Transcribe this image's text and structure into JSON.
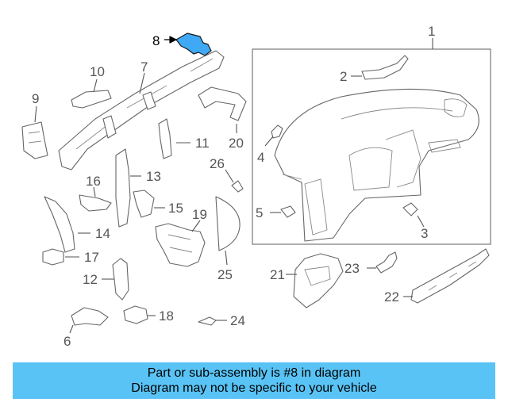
{
  "banner": {
    "line1": "Part or sub-assembly is #8 in diagram",
    "line2": "Diagram may not be specific to your vehicle",
    "background": "#59c3f5"
  },
  "highlight": {
    "part": "8",
    "color": "#3fa9f5"
  },
  "callouts": {
    "c1": "1",
    "c2": "2",
    "c3": "3",
    "c4": "4",
    "c5": "5",
    "c6": "6",
    "c7": "7",
    "c8": "8",
    "c9": "9",
    "c10": "10",
    "c11": "11",
    "c12": "12",
    "c13": "13",
    "c14": "14",
    "c15": "15",
    "c16": "16",
    "c17": "17",
    "c18": "18",
    "c19": "19",
    "c20": "20",
    "c21": "21",
    "c22": "22",
    "c23": "23",
    "c24": "24",
    "c25": "25",
    "c26": "26"
  }
}
